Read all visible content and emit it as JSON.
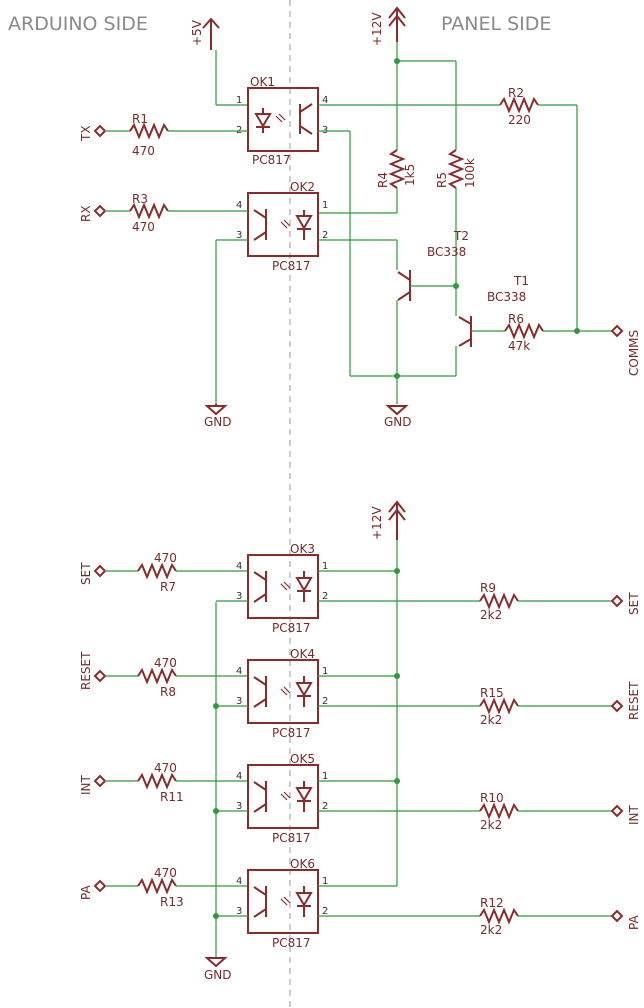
{
  "headers": {
    "arduino_side": "ARDUINO SIDE",
    "panel_side": "PANEL SIDE"
  },
  "power": {
    "v5": "+5V",
    "v12": "+12V",
    "gnd": "GND"
  },
  "top": {
    "ok1": {
      "ref": "OK1",
      "part": "PC817",
      "pins": [
        "1",
        "2",
        "3",
        "4"
      ]
    },
    "ok2": {
      "ref": "OK2",
      "part": "PC817",
      "pins": [
        "1",
        "2",
        "3",
        "4"
      ]
    },
    "r1": {
      "ref": "R1",
      "value": "470"
    },
    "r2": {
      "ref": "R2",
      "value": "220"
    },
    "r3": {
      "ref": "R3",
      "value": "470"
    },
    "r4": {
      "ref": "R4",
      "value": "1k5"
    },
    "r5": {
      "ref": "R5",
      "value": "100k"
    },
    "r6": {
      "ref": "R6",
      "value": "47k"
    },
    "t1": {
      "ref": "T1",
      "part": "BC338"
    },
    "t2": {
      "ref": "T2",
      "part": "BC338"
    },
    "signals": {
      "tx": "TX",
      "rx": "RX",
      "comms": "COMMS"
    }
  },
  "bottom": {
    "channels": [
      {
        "signal": "SET",
        "ok": "OK3",
        "part": "PC817",
        "r_in": "R7",
        "r_in_value": "470",
        "r_out": "R9",
        "r_out_value": "2k2"
      },
      {
        "signal": "RESET",
        "ok": "OK4",
        "part": "PC817",
        "r_in": "R8",
        "r_in_value": "470",
        "r_out": "R15",
        "r_out_value": "2k2"
      },
      {
        "signal": "INT",
        "ok": "OK5",
        "part": "PC817",
        "r_in": "R11",
        "r_in_value": "470",
        "r_out": "R10",
        "r_out_value": "2k2"
      },
      {
        "signal": "PA",
        "ok": "OK6",
        "part": "PC817",
        "r_in": "R13",
        "r_in_value": "470",
        "r_out": "R12",
        "r_out_value": "2k2"
      }
    ]
  }
}
